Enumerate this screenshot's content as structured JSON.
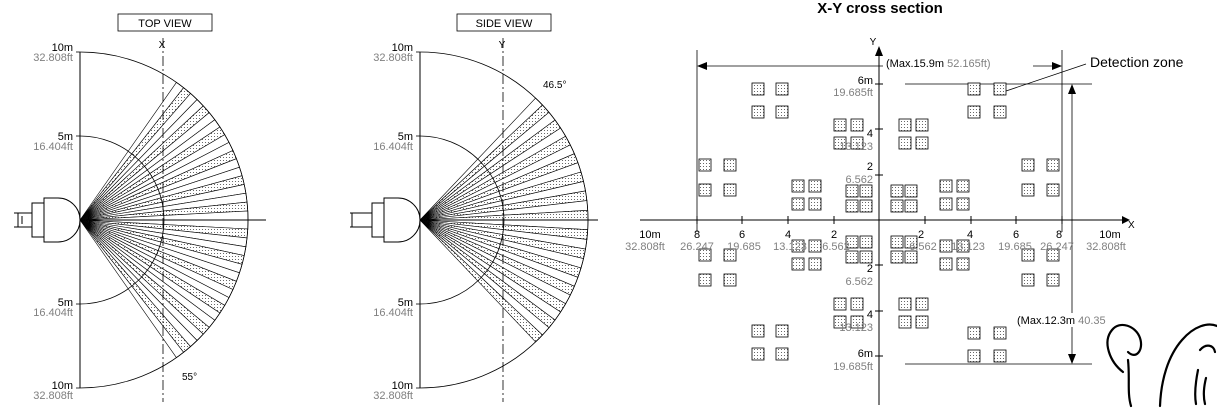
{
  "top_view": {
    "label": "TOP VIEW",
    "axis_label": "X",
    "angle_label": "55°",
    "scale": {
      "top": {
        "m": "10m",
        "ft": "32.808ft"
      },
      "mid_upper": {
        "m": "5m",
        "ft": "16.404ft"
      },
      "mid_lower": {
        "m": "5m",
        "ft": "16.404ft"
      },
      "bottom": {
        "m": "10m",
        "ft": "32.808ft"
      }
    }
  },
  "side_view": {
    "label": "SIDE VIEW",
    "axis_label": "Y",
    "angle_label": "46.5°",
    "scale": {
      "top": {
        "m": "10m",
        "ft": "32.808ft"
      },
      "mid_upper": {
        "m": "5m",
        "ft": "16.404ft"
      },
      "mid_lower": {
        "m": "5m",
        "ft": "16.404ft"
      },
      "bottom": {
        "m": "10m",
        "ft": "32.808ft"
      }
    }
  },
  "cross_section": {
    "title": "X-Y cross section",
    "y_axis_label": "Y",
    "x_axis_label": "X",
    "width_note": {
      "prefix": "(Max.15.9m",
      "ft": "52.165ft)"
    },
    "height_note": {
      "prefix": "(Max.12.3m",
      "ft": "40.35"
    },
    "detection_label": "Detection zone",
    "x_ticks": {
      "left": [
        {
          "m": "10m",
          "ft": "32.808ft"
        },
        {
          "m": "8",
          "ft": "26.247"
        },
        {
          "m": "6",
          "ft": "19.685"
        },
        {
          "m": "4",
          "ft": "13.123"
        },
        {
          "m": "2",
          "ft": "6.562"
        }
      ],
      "right": [
        {
          "m": "2",
          "ft": "6.562"
        },
        {
          "m": "4",
          "ft": "13.123"
        },
        {
          "m": "6",
          "ft": "19.685"
        },
        {
          "m": "8",
          "ft": "26.247"
        },
        {
          "m": "10m",
          "ft": "32.808ft"
        }
      ]
    },
    "y_ticks": {
      "upper": [
        {
          "m": "6m",
          "ft": "19.685ft"
        },
        {
          "m": "4",
          "ft": "13.123"
        },
        {
          "m": "2",
          "ft": "6.562"
        }
      ],
      "lower": [
        {
          "m": "2",
          "ft": "6.562"
        },
        {
          "m": "4",
          "ft": "13.123"
        },
        {
          "m": "6m",
          "ft": "19.685ft"
        }
      ]
    }
  }
}
